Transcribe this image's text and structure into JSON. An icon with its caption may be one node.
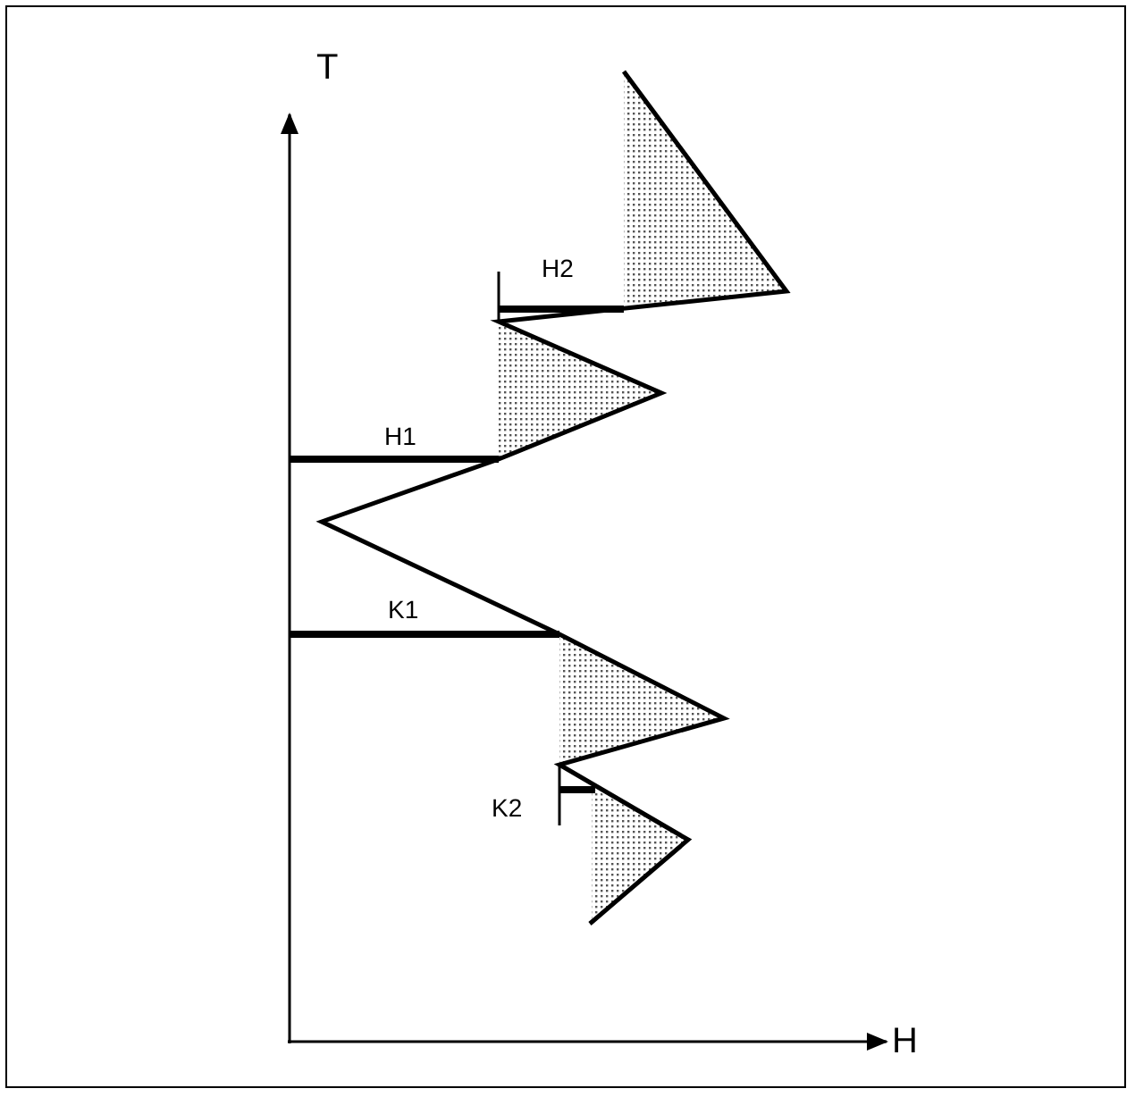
{
  "diagram": {
    "labels": [
      "T",
      "H2",
      "H1",
      "K1",
      "K2",
      "H"
    ]
  }
}
